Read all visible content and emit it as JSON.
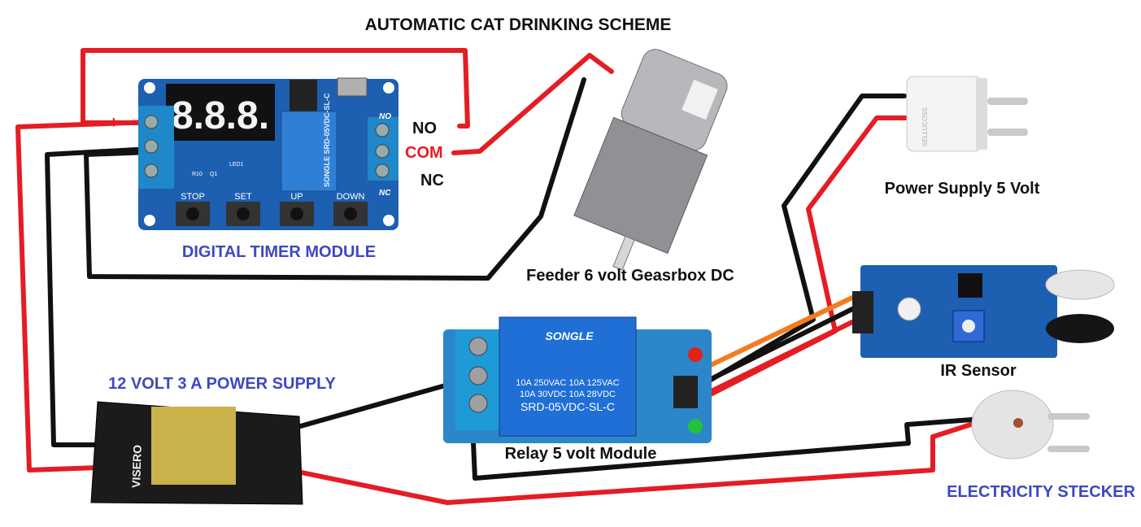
{
  "title": "AUTOMATIC CAT  DRINKING SCHEME",
  "components": {
    "timer": {
      "label": "DIGITAL TIMER MODULE",
      "display": "8.8.8.",
      "buttons": [
        "STOP",
        "SET",
        "UP",
        "DOWN"
      ],
      "relay_text": "SONGLE SRD-05VDC-SL-C",
      "terminal_labels": {
        "plus": "+",
        "minus": "-",
        "no_small": "NO",
        "nc_small": "NC",
        "r10": "R10",
        "q1": "Q1",
        "led1": "LED1"
      }
    },
    "relay_terminals": {
      "no": "NO",
      "com": "COM",
      "nc": "NC"
    },
    "motor": {
      "label": "Feeder 6 volt Geasrbox DC"
    },
    "usb_charger": {
      "label": "Power Supply 5 Volt",
      "brand": "SELLUCOSS"
    },
    "ir_sensor": {
      "label": "IR Sensor"
    },
    "relay_module": {
      "label": "Relay 5 volt Module",
      "brand": "SONGLE",
      "lines": [
        "10A 250VAC  10A 125VAC",
        "10A  30VDC  10A  28VDC",
        "SRD-05VDC-SL-C"
      ]
    },
    "power_supply": {
      "label": "12 VOLT 3 A POWER SUPPLY",
      "brand": "VISERO"
    },
    "plug": {
      "label": "ELECTRICITY STECKER"
    }
  },
  "colors": {
    "wire_red": "#e41d24",
    "wire_black": "#111111",
    "wire_orange": "#f47b20",
    "label_blue": "#3d48c2",
    "label_black": "#111111",
    "com_red": "#e41d24",
    "pcb_blue": "#1d5fb0"
  }
}
